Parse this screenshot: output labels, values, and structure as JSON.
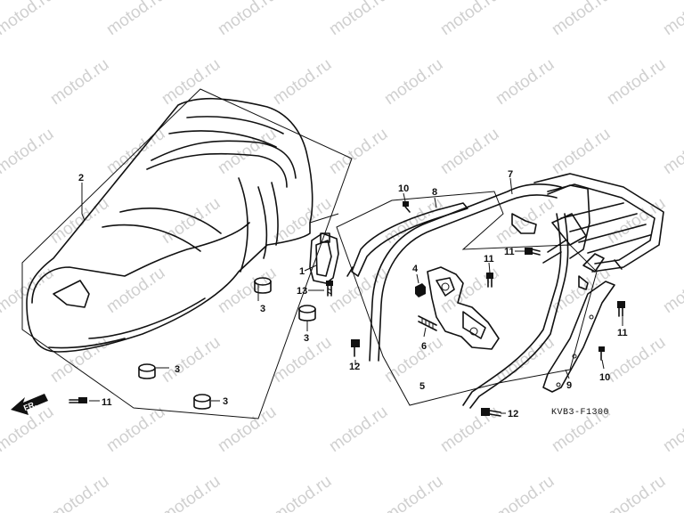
{
  "watermark": {
    "text": "motod.ru"
  },
  "diagram_code": "KVB3-F1300",
  "direction_label": "FR.",
  "callouts": [
    "1",
    "2",
    "3",
    "3",
    "3",
    "3",
    "4",
    "5",
    "6",
    "7",
    "8",
    "9",
    "10",
    "10",
    "11",
    "11",
    "11",
    "11",
    "12",
    "12",
    "13"
  ]
}
